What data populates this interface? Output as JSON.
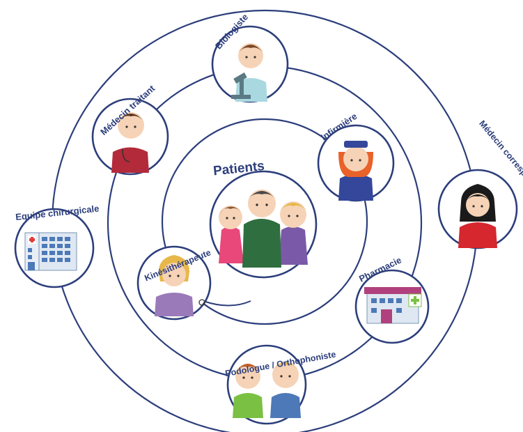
{
  "center": {
    "title": "Patients"
  },
  "nodes": [
    {
      "key": "biologiste",
      "label": "Biologiste"
    },
    {
      "key": "medecin_traitant",
      "label": "Médecin traitant"
    },
    {
      "key": "infirmiere",
      "label": "Infirmière"
    },
    {
      "key": "medecin_correspondant",
      "label": "Médecin correspondant"
    },
    {
      "key": "equipe_chirurgicale",
      "label": "Equipe chirurgicale"
    },
    {
      "key": "kinesitherapeute",
      "label": "Kinésithérapeute"
    },
    {
      "key": "pharmacie",
      "label": "Pharmacie"
    },
    {
      "key": "podologue_orthophoniste",
      "label": "Podologue / Orthophoniste"
    }
  ],
  "colors": {
    "ring": "#2c3e7b",
    "text": "#2c3e7b",
    "pharmacy_roof": "#b0417e",
    "pharmacy_cross": "#7ac143"
  }
}
